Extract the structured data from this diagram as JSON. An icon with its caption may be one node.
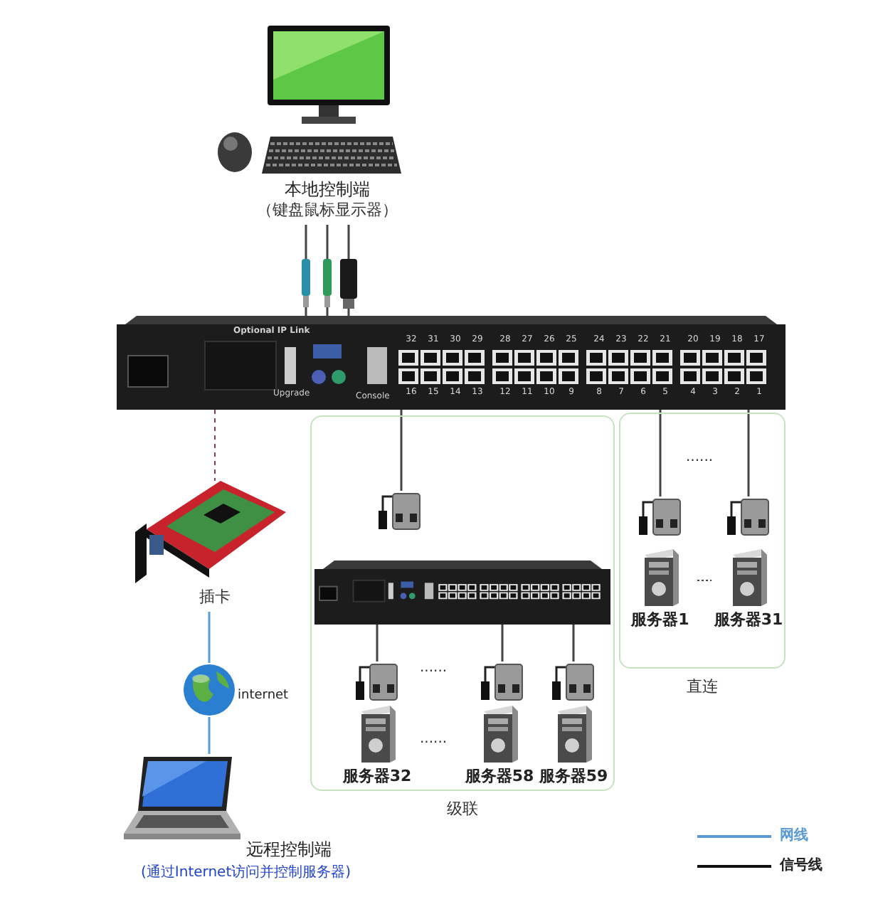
{
  "diagram": {
    "nodes": [
      {
        "text": [
          "本地控制端",
          "（键盘鼠标显示器）"
        ]
      },
      {
        "text": [],
        "shape": "picture"
      },
      {
        "text": [
          "插卡"
        ]
      },
      {
        "text": [],
        "shape": "picture",
        "beside": [
          "internet"
        ]
      },
      {
        "text": [
          "远程控制端",
          "(通过Internet访问并控制服务器)"
        ]
      },
      {
        "text": [
          "级联"
        ]
      },
      {
        "text": [
          "直连"
        ]
      },
      {
        "text": [],
        "shape": "picture",
        "in": 5
      },
      {
        "text": [],
        "shape": "picture",
        "in": 5
      },
      {
        "text": [],
        "shape": "picture",
        "in": 5
      },
      {
        "text": [],
        "shape": "picture",
        "in": 5
      },
      {
        "text": [],
        "shape": "picture",
        "in": 5
      },
      {
        "text": [
          "服务器32"
        ],
        "in": 5
      },
      {
        "text": [
          "服务器58"
        ],
        "in": 5
      },
      {
        "text": [
          "服务器59"
        ],
        "in": 5
      },
      {
        "text": [],
        "shape": "picture",
        "in": 6
      },
      {
        "text": [],
        "shape": "picture",
        "in": 6
      },
      {
        "text": [
          "服务器1"
        ],
        "in": 6
      },
      {
        "text": [
          "服务器31"
        ],
        "in": 6
      }
    ],
    "edges": [
      {
        "from": 0,
        "to": 1,
        "arrow": "none"
      },
      {
        "from": 1,
        "to": 2,
        "arrow": "none",
        "style": "dashed",
        "color": "#8b3a62"
      },
      {
        "from": 2,
        "to": 3,
        "arrow": "none",
        "color": "#5b9bd5"
      },
      {
        "from": 3,
        "to": 4,
        "arrow": "none",
        "color": "#5b9bd5"
      },
      {
        "from": 1,
        "to": 8,
        "arrow": "none"
      },
      {
        "from": 7,
        "to": 9,
        "arrow": "none"
      },
      {
        "from": 7,
        "to": 10,
        "arrow": "none"
      },
      {
        "from": 7,
        "to": 11,
        "arrow": "none"
      },
      {
        "from": 1,
        "to": 15,
        "arrow": "none"
      },
      {
        "from": 1,
        "to": 16,
        "arrow": "none"
      },
      {
        "from": 17,
        "to": 18,
        "arrow": "none",
        "style": "dashed"
      }
    ],
    "labels": [
      "Optional IP Link",
      "32",
      "31",
      "30",
      "29",
      "28",
      "27",
      "26",
      "25",
      "24",
      "23",
      "22",
      "21",
      "20",
      "19",
      "18",
      "17",
      "Upgrade",
      "Console",
      "16",
      "15",
      "14",
      "13",
      "12",
      "11",
      "10",
      "9",
      "8",
      "7",
      "6",
      "5",
      "4",
      "3",
      "2",
      "1",
      "......",
      "......",
      "......"
    ],
    "legend": [
      {
        "text": "网线"
      },
      {
        "text": "信号线"
      }
    ]
  }
}
